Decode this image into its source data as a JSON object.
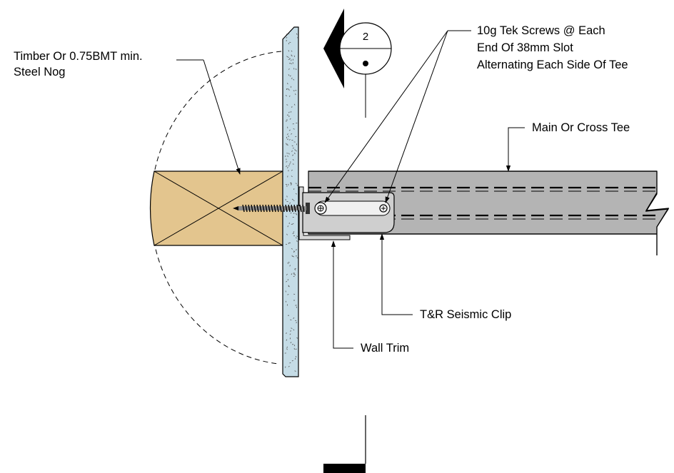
{
  "section_marker": {
    "number": "2"
  },
  "labels": {
    "nog": [
      "Timber Or 0.75BMT min.",
      "Steel Nog"
    ],
    "screws": [
      "10g Tek Screws @ Each",
      "End Of 38mm Slot",
      "Alternating Each Side Of Tee"
    ],
    "tee": "Main Or Cross Tee",
    "clip": "T&R Seismic Clip",
    "trim": "Wall Trim"
  },
  "colors": {
    "timber": "#E3C58E",
    "wall": "#C5DCE6",
    "tee": "#B4B4B4",
    "clip": "#CFCFCF",
    "line": "#000000"
  }
}
